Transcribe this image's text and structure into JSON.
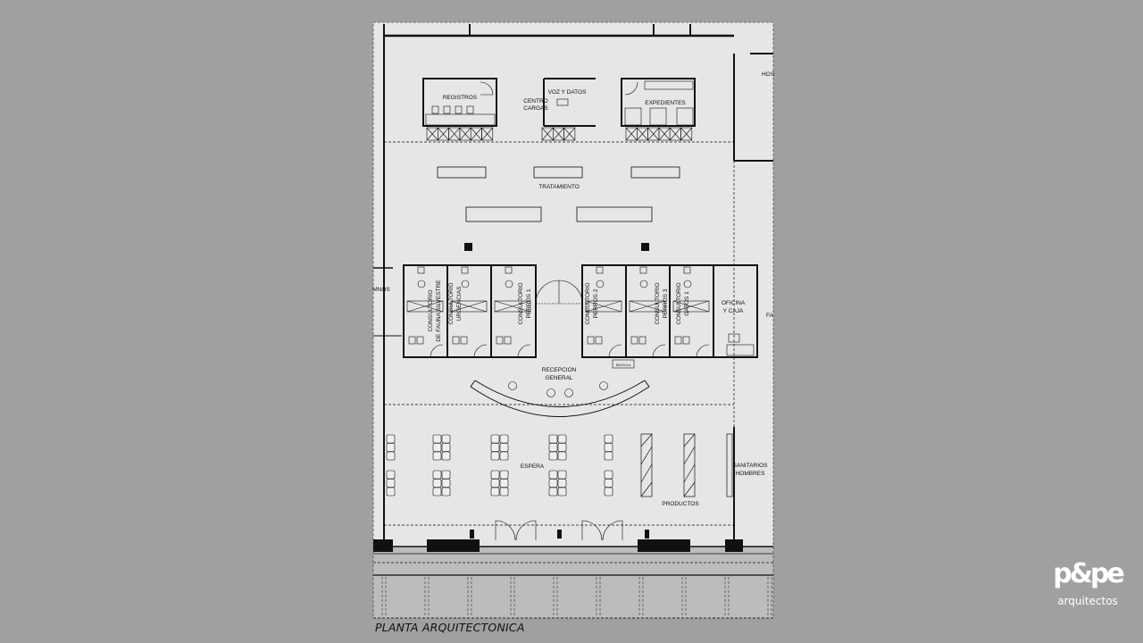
{
  "drawing": {
    "caption": "PLANTA ARQUITECTONICA",
    "rooms": {
      "registros": "REGISTROS",
      "voz_datos": "VOZ Y DATOS",
      "centro_cargas": [
        "CENTRO",
        "CARGAS"
      ],
      "expedientes": "EXPEDIENTES",
      "tratamiento": "TRATAMIENTO",
      "hospital": "HOS",
      "gimnos": "MNOS",
      "consultorio_fauna": [
        "CONSULTORIO",
        "DE FAUNA SILVESTRE"
      ],
      "consultorio_urgencias": [
        "CONSULTORIO",
        "URGENCIAS"
      ],
      "consultorio_perros1": [
        "CONSULTORIO",
        "PERROS 1"
      ],
      "consultorio_perros2": [
        "CONSULTORIO",
        "PERROS 2"
      ],
      "consultorio_perros3": [
        "CONSULTORIO",
        "PERROS 3"
      ],
      "consultorio_gatos1": [
        "CONSULTORIO",
        "GATOS 1"
      ],
      "oficina_caja": [
        "OFICINA",
        "Y CAJA"
      ],
      "farmacia": "FA",
      "bascula": "BASCULA",
      "recepcion": [
        "RECEPCION",
        "GENERAL"
      ],
      "espera": "ESPERA",
      "productos": "PRODUCTOS",
      "sanitarios": [
        "SANITARIOS",
        "HOMBRES"
      ]
    }
  },
  "logo": {
    "mark": "p&pe",
    "subtitle": "arquitectos"
  },
  "colors": {
    "background": "#a0a0a0",
    "floor": "#e4e4e4",
    "exterior": "#bcbcbc",
    "line": "#111111"
  }
}
